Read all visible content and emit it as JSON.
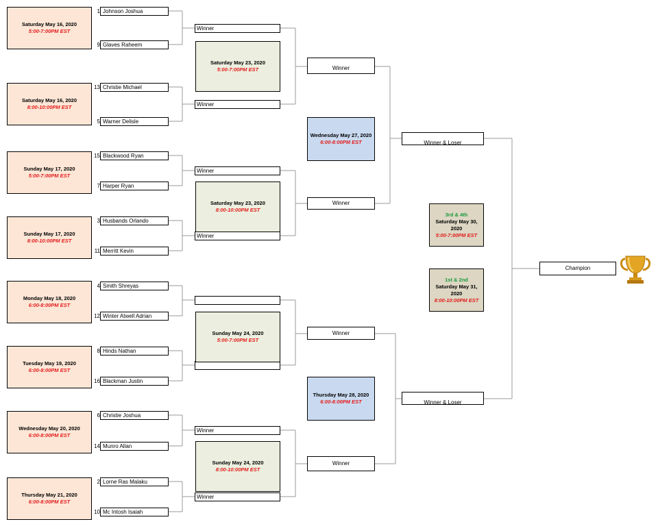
{
  "round1": {
    "matches": [
      {
        "date": "Saturday May 16, 2020",
        "time": "5:00-7:00PM EST",
        "top": {
          "seed": "1",
          "name": "Johnson Joshua"
        },
        "bottom": {
          "seed": "9",
          "name": "Glaves Raheem"
        }
      },
      {
        "date": "Saturday May 16, 2020",
        "time": "8:00-10:00PM EST",
        "top": {
          "seed": "13",
          "name": "Christie Michael"
        },
        "bottom": {
          "seed": "5",
          "name": "Warner Delisle"
        }
      },
      {
        "date": "Sunday May 17, 2020",
        "time": "5:00-7:00PM EST",
        "top": {
          "seed": "15",
          "name": "Blackwood Ryan"
        },
        "bottom": {
          "seed": "7",
          "name": "Harper Ryan"
        }
      },
      {
        "date": "Sunday May 17, 2020",
        "time": "8:00-10:00PM EST",
        "top": {
          "seed": "3",
          "name": "Husbands Orlando"
        },
        "bottom": {
          "seed": "11",
          "name": "Merritt Kevin"
        }
      },
      {
        "date": "Monday May 18, 2020",
        "time": "6:00-8:00PM EST",
        "top": {
          "seed": "4",
          "name": "Smith Shreyas"
        },
        "bottom": {
          "seed": "12",
          "name": "Winter Atwell Adrian"
        }
      },
      {
        "date": "Tuesday May 19, 2020",
        "time": "6:00-8:00PM EST",
        "top": {
          "seed": "8",
          "name": "Hinds Nathan"
        },
        "bottom": {
          "seed": "16",
          "name": "Blackman Justin"
        }
      },
      {
        "date": "Wednesday May 20, 2020",
        "time": "6:00-8:00PM EST",
        "top": {
          "seed": "6",
          "name": "Christie Joshua"
        },
        "bottom": {
          "seed": "14",
          "name": "Munro Allan"
        }
      },
      {
        "date": "Thursday May 21, 2020",
        "time": "6:00-8:00PM EST",
        "top": {
          "seed": "2",
          "name": "Lorne Ras Malaku"
        },
        "bottom": {
          "seed": "10",
          "name": "Mc Intosh Isaiah"
        }
      }
    ]
  },
  "round2": {
    "slots": [
      "Winner",
      "Winner",
      "Winner",
      "Winner",
      "",
      "",
      "Winner",
      "Winner"
    ],
    "dates": [
      {
        "date": "Saturday May 23, 2020",
        "time": "5:00-7:00PM EST"
      },
      {
        "date": "Saturday May 23, 2020",
        "time": "8:00-10:00PM EST"
      },
      {
        "date": "Sunday May 24, 2020",
        "time": "5:00-7:00PM EST"
      },
      {
        "date": "Sunday May 24, 2020",
        "time": "8:00-10:00PM EST"
      }
    ]
  },
  "round3": {
    "slots": [
      "Winner",
      "Winner",
      "Winner",
      "Winner"
    ],
    "dates": [
      {
        "date": "Wednesday May 27, 2020",
        "time": "6:00-8:00PM EST"
      },
      {
        "date": "Thursday May 28, 2020",
        "time": "6:00-8:00PM EST"
      }
    ]
  },
  "round4": {
    "slots": [
      "Winner & Loser",
      "Winner & Loser"
    ]
  },
  "finals": {
    "third": {
      "label": "3rd & 4th",
      "date": "Saturday May 30, 2020",
      "time": "5:00-7:00PM EST"
    },
    "first": {
      "label": "1st & 2nd",
      "date": "Saturday May 31, 2020",
      "time": "8:00-10:00PM EST"
    },
    "champion": "Champion"
  },
  "icons": {
    "trophy": "trophy-icon"
  },
  "colors": {
    "round1": "#fde6d6",
    "round2": "#ecefdf",
    "round3": "#c9daf0",
    "finals": "#dcd6c3",
    "time": "#e31b1b",
    "label": "#1a9a3a"
  }
}
